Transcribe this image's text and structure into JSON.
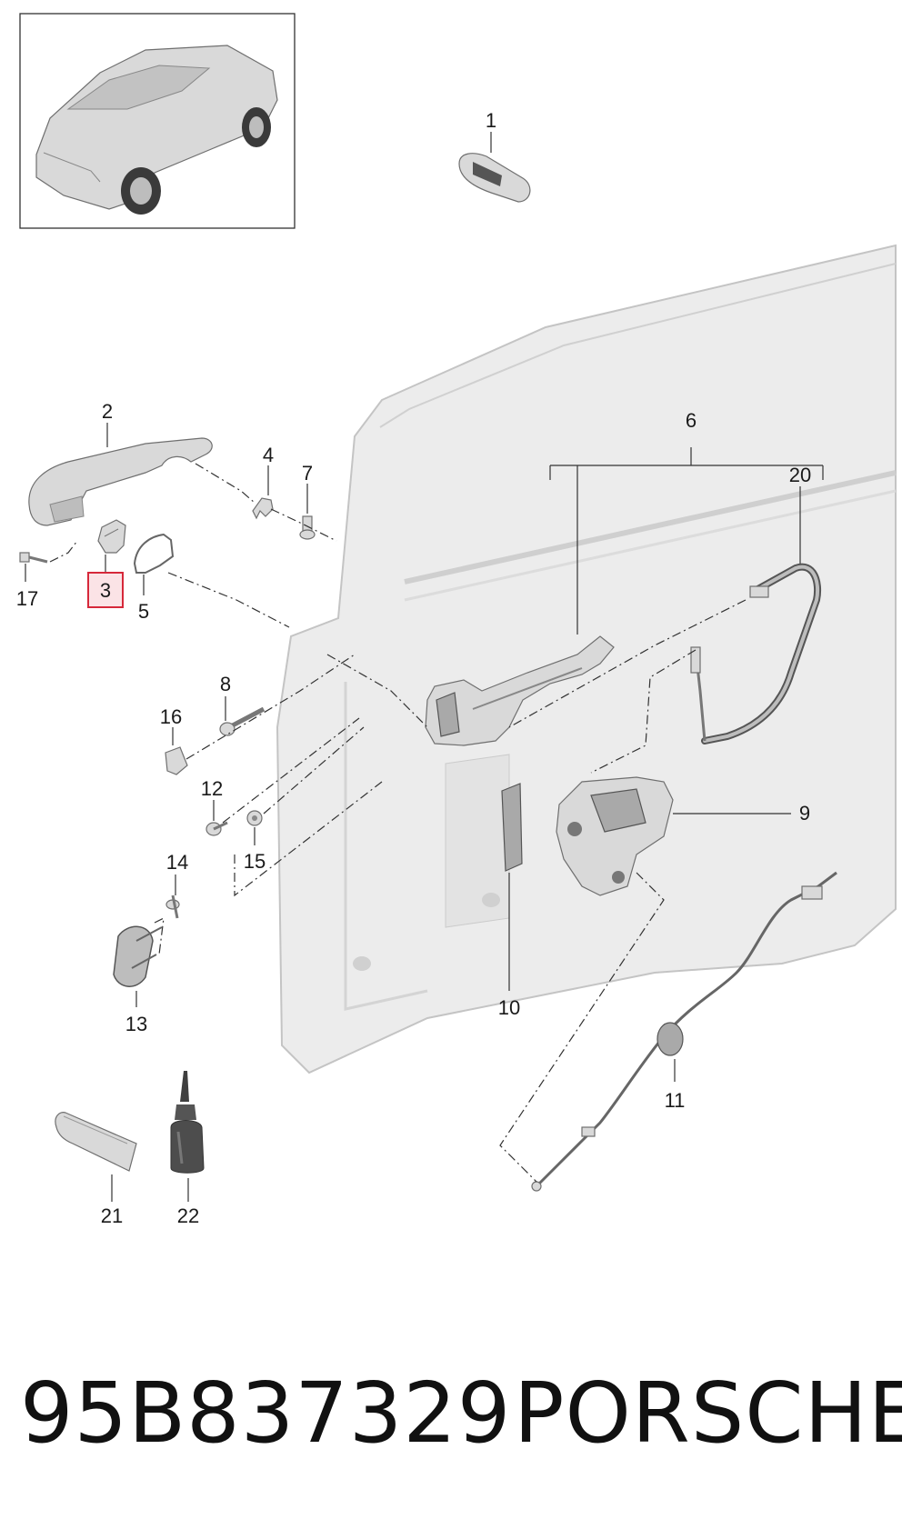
{
  "caption": {
    "part_number": "95B837329",
    "brand": "PORSCHE"
  },
  "callouts": [
    "1",
    "2",
    "3",
    "4",
    "5",
    "6",
    "7",
    "8",
    "9",
    "10",
    "11",
    "12",
    "13",
    "14",
    "15",
    "16",
    "17",
    "20",
    "21",
    "22"
  ],
  "highlighted_callout": "3",
  "colors": {
    "highlight_border": "#d6283a",
    "highlight_fill": "#fbe3e6",
    "part_gray": "#d9d9d9",
    "line": "#333333"
  }
}
